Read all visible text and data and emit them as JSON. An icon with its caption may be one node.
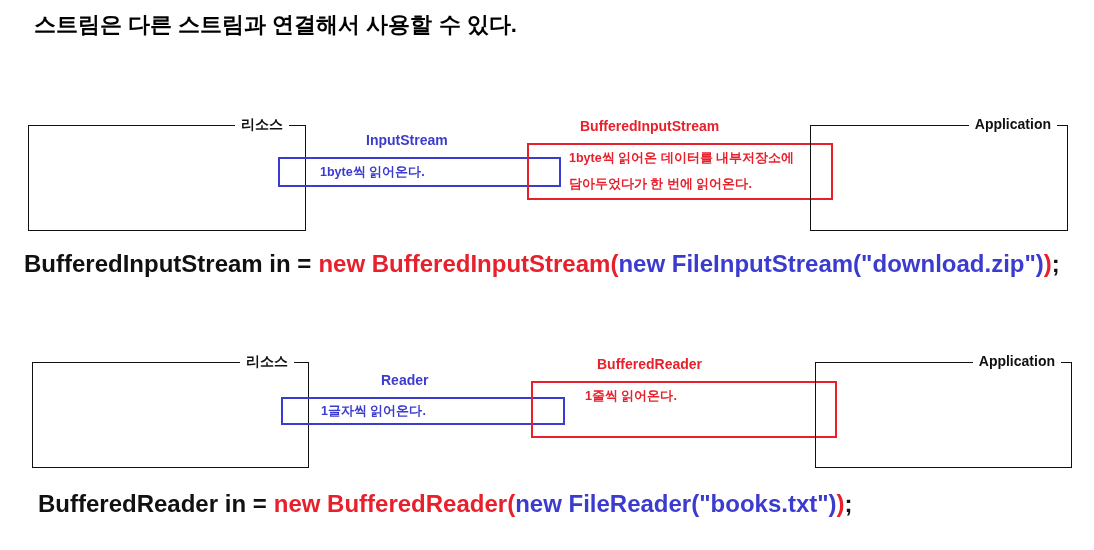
{
  "diagram": {
    "title": "스트림은 다른 스트림과 연결해서 사용할 수 있다.",
    "nodes": [
      {
        "text": [
          "리소스"
        ]
      },
      {
        "text": [
          "InputStream",
          "1byte씩 읽어온다."
        ]
      },
      {
        "text": [
          "BufferedInputStream",
          "1byte씩 읽어온 데이터를 내부저장소에 담아두었다가 한 번에 읽어온다."
        ]
      },
      {
        "text": [
          "Application"
        ]
      },
      {
        "text": [
          "리소스"
        ]
      },
      {
        "text": [
          "Reader",
          "1글자씩 읽어온다."
        ]
      },
      {
        "text": [
          "BufferedReader",
          "1줄씩 읽어온다."
        ]
      },
      {
        "text": [
          "Application"
        ]
      }
    ],
    "labels": [
      "BufferedInputStream in =",
      "new BufferedInputStream(",
      "new FileInputStream(\"download.zip\")",
      ")",
      ";",
      "BufferedReader in =",
      "new BufferedReader(",
      "new FileReader(\"books.txt\")",
      ")",
      ";"
    ]
  }
}
